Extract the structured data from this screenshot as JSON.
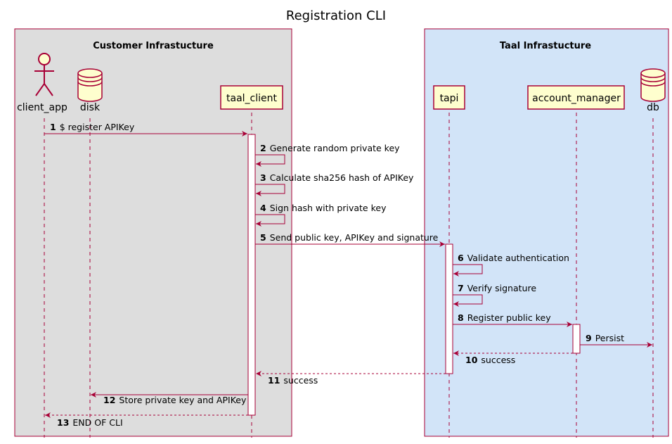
{
  "title": "Registration CLI",
  "boxes": [
    {
      "id": "customer",
      "label": "Customer Infrastucture",
      "color": "#dddddd"
    },
    {
      "id": "taal",
      "label": "Taal Infrastucture",
      "color": "#d2e4f8"
    }
  ],
  "participants": [
    {
      "id": "client_app",
      "label": "client_app",
      "kind": "actor"
    },
    {
      "id": "disk",
      "label": "disk",
      "kind": "database"
    },
    {
      "id": "taal_client",
      "label": "taal_client",
      "kind": "participant"
    },
    {
      "id": "tapi",
      "label": "tapi",
      "kind": "participant"
    },
    {
      "id": "account_manager",
      "label": "account_manager",
      "kind": "participant"
    },
    {
      "id": "db",
      "label": "db",
      "kind": "database"
    }
  ],
  "messages": [
    {
      "num": "1",
      "text": "$ register APIKey",
      "from": "client_app",
      "to": "taal_client",
      "style": "solid"
    },
    {
      "num": "2",
      "text": "Generate random private key",
      "from": "taal_client",
      "to": "taal_client",
      "style": "solid"
    },
    {
      "num": "3",
      "text": "Calculate sha256 hash of APIKey",
      "from": "taal_client",
      "to": "taal_client",
      "style": "solid"
    },
    {
      "num": "4",
      "text": "Sign hash with private key",
      "from": "taal_client",
      "to": "taal_client",
      "style": "solid"
    },
    {
      "num": "5",
      "text": "Send public key, APIKey and signature",
      "from": "taal_client",
      "to": "tapi",
      "style": "solid"
    },
    {
      "num": "6",
      "text": "Validate authentication",
      "from": "tapi",
      "to": "tapi",
      "style": "solid"
    },
    {
      "num": "7",
      "text": "Verify signature",
      "from": "tapi",
      "to": "tapi",
      "style": "solid"
    },
    {
      "num": "8",
      "text": "Register public key",
      "from": "tapi",
      "to": "account_manager",
      "style": "solid"
    },
    {
      "num": "9",
      "text": "Persist",
      "from": "account_manager",
      "to": "db",
      "style": "solid"
    },
    {
      "num": "10",
      "text": "success",
      "from": "account_manager",
      "to": "tapi",
      "style": "dashed"
    },
    {
      "num": "11",
      "text": "success",
      "from": "tapi",
      "to": "taal_client",
      "style": "dashed"
    },
    {
      "num": "12",
      "text": "Store private key and APIKey",
      "from": "taal_client",
      "to": "disk",
      "style": "solid"
    },
    {
      "num": "13",
      "text": "END OF CLI",
      "from": "taal_client",
      "to": "client_app",
      "style": "dashed"
    }
  ],
  "colors": {
    "line": "#a80036",
    "participant_fill": "#fefece",
    "lifeline": "#a80036"
  }
}
